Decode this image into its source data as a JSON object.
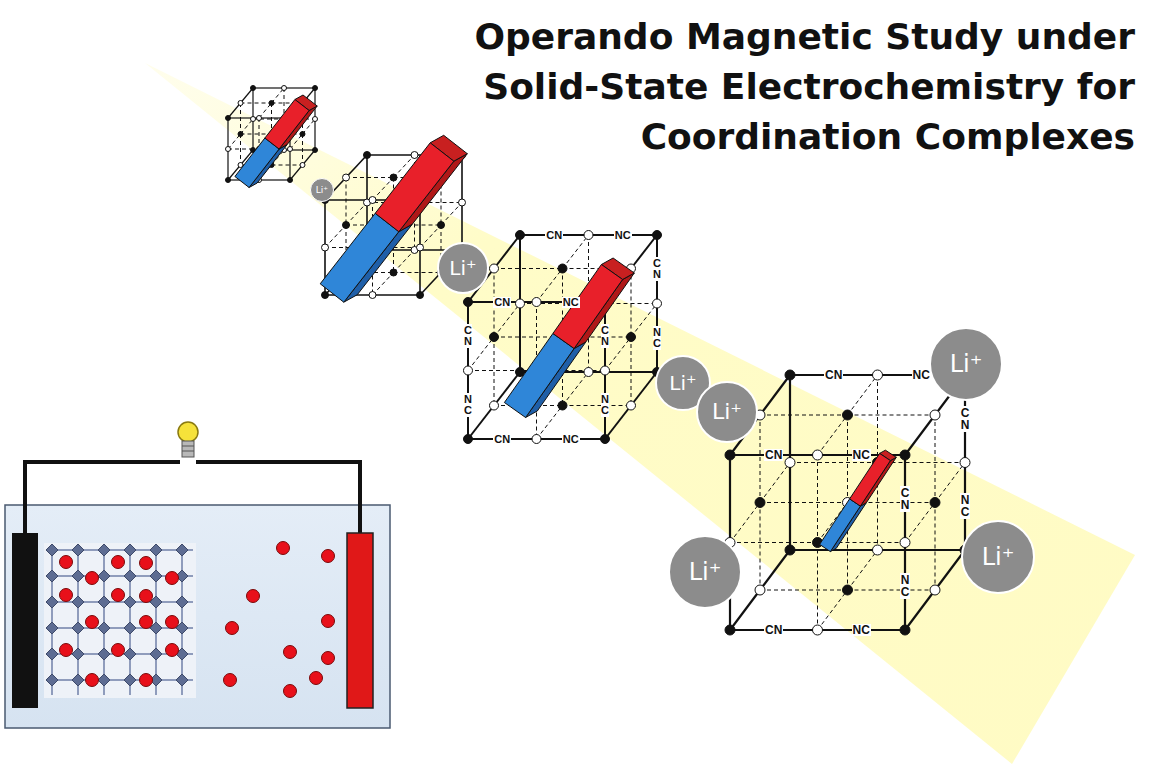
{
  "diagram": {
    "title": "Operando Magnetic Study under Solid-State Electrochemistry for Coordination Complexes",
    "nodes": [
      {
        "text": [
          "Li⁺"
        ]
      },
      {
        "text": [
          "Li⁺"
        ]
      },
      {
        "text": [
          "Li⁺"
        ]
      },
      {
        "text": [
          "Li⁺"
        ]
      },
      {
        "text": [
          "Li⁺"
        ]
      },
      {
        "text": [
          "Li⁺"
        ]
      },
      {
        "text": [
          "Li⁺"
        ]
      }
    ],
    "labels": [
      "CN",
      "NC",
      "CN",
      "NC",
      "CN",
      "NC",
      "CN",
      "NC",
      "CN",
      "NC",
      "CN",
      "NC",
      "CN",
      "NC",
      "CN",
      "NC",
      "CN",
      "NC",
      "CN",
      "NC",
      "CN",
      "NC"
    ]
  }
}
